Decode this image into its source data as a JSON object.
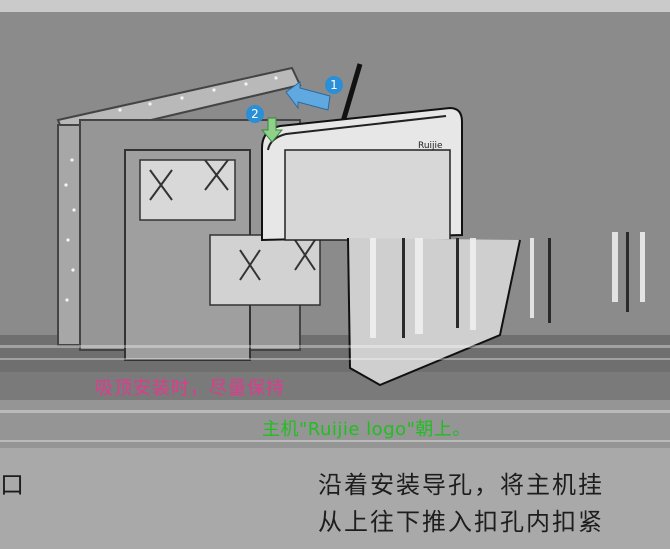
{
  "captions": {
    "pink": "吸顶安装时，尽量保持",
    "green": "主机\"Ruijie logo\"朝上。"
  },
  "steps": {
    "step1": "1",
    "step2": "2"
  },
  "body": {
    "left_char": "口",
    "line1": "沿着安装导孔，将主机挂",
    "line2": "从上往下推入扣孔内扣紧"
  },
  "colors": {
    "background": "#8b8b8b",
    "pink_text": "#e03a8e",
    "green_text": "#1fbf1f",
    "step_badge": "#2a8fd6"
  }
}
